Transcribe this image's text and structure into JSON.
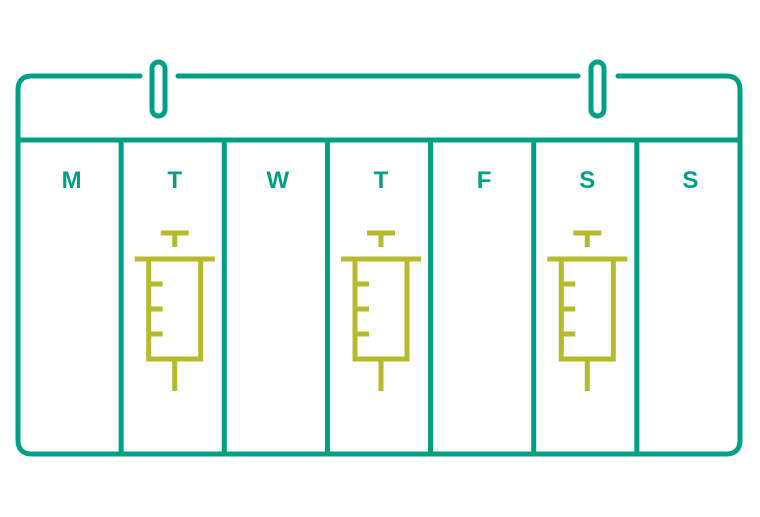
{
  "calendar": {
    "days": [
      {
        "label": "M",
        "has_syringe": false
      },
      {
        "label": "T",
        "has_syringe": true
      },
      {
        "label": "W",
        "has_syringe": false
      },
      {
        "label": "T",
        "has_syringe": true
      },
      {
        "label": "F",
        "has_syringe": false
      },
      {
        "label": "S",
        "has_syringe": true
      },
      {
        "label": "S",
        "has_syringe": false
      }
    ]
  },
  "colors": {
    "frame": "#00a086",
    "syringe": "#b5bb2b"
  },
  "icons": {
    "calendar": "calendar-icon",
    "ring": "binder-ring-icon",
    "syringe": "syringe-icon"
  }
}
